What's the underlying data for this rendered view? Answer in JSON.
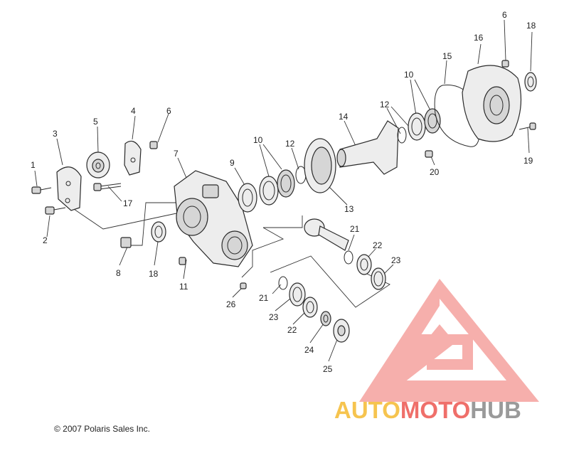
{
  "callouts": [
    {
      "id": "c1",
      "text": "1"
    },
    {
      "id": "c2",
      "text": "2"
    },
    {
      "id": "c3",
      "text": "3"
    },
    {
      "id": "c4",
      "text": "4"
    },
    {
      "id": "c5",
      "text": "5"
    },
    {
      "id": "c6a",
      "text": "6"
    },
    {
      "id": "c6b",
      "text": "6"
    },
    {
      "id": "c7",
      "text": "7"
    },
    {
      "id": "c8",
      "text": "8"
    },
    {
      "id": "c9",
      "text": "9"
    },
    {
      "id": "c10a",
      "text": "10"
    },
    {
      "id": "c10b",
      "text": "10"
    },
    {
      "id": "c11",
      "text": "11"
    },
    {
      "id": "c12a",
      "text": "12"
    },
    {
      "id": "c12b",
      "text": "12"
    },
    {
      "id": "c13",
      "text": "13"
    },
    {
      "id": "c14",
      "text": "14"
    },
    {
      "id": "c15",
      "text": "15"
    },
    {
      "id": "c16",
      "text": "16"
    },
    {
      "id": "c17",
      "text": "17"
    },
    {
      "id": "c18a",
      "text": "18"
    },
    {
      "id": "c18b",
      "text": "18"
    },
    {
      "id": "c19",
      "text": "19"
    },
    {
      "id": "c20",
      "text": "20"
    },
    {
      "id": "c21a",
      "text": "21"
    },
    {
      "id": "c21b",
      "text": "21"
    },
    {
      "id": "c22a",
      "text": "22"
    },
    {
      "id": "c22b",
      "text": "22"
    },
    {
      "id": "c23a",
      "text": "23"
    },
    {
      "id": "c23b",
      "text": "23"
    },
    {
      "id": "c24",
      "text": "24"
    },
    {
      "id": "c25",
      "text": "25"
    },
    {
      "id": "c26",
      "text": "26"
    }
  ],
  "copyright": "© 2007 Polaris Sales Inc.",
  "watermark": {
    "part1": "AUTO",
    "part2": "MOTO",
    "part3": "HUB",
    "colors": {
      "auto": "#f6c44f",
      "moto": "#ef6f6a",
      "hub": "#9a9a9a",
      "logo": "#ef6f6a"
    }
  }
}
